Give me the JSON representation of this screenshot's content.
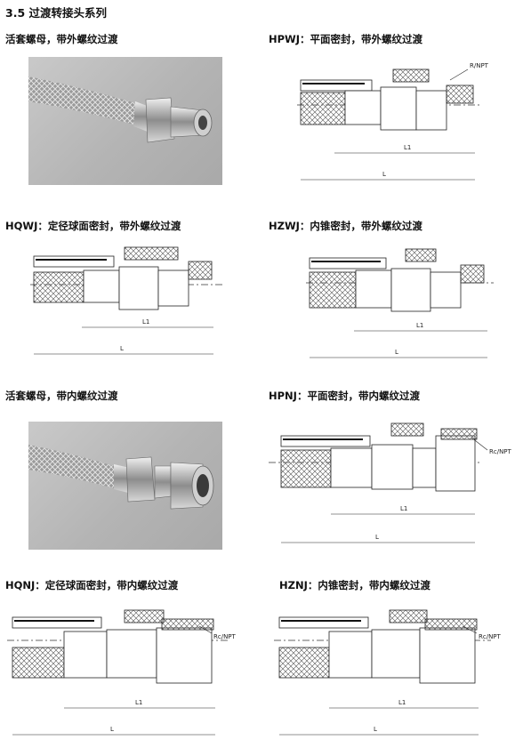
{
  "section": {
    "title": "3.5  过渡转接头系列"
  },
  "items": [
    {
      "label": "活套螺母，带外螺纹过渡"
    },
    {
      "label": "HPWJ：平面密封，带外螺纹过渡",
      "thread_label": "R/NPT",
      "dim_l1": "L1",
      "dim_l": "L"
    },
    {
      "label": "HQWJ：定径球面密封，带外螺纹过渡",
      "dim_l1": "L1",
      "dim_l": "L"
    },
    {
      "label": "HZWJ：内锥密封，带外螺纹过渡",
      "dim_l1": "L1",
      "dim_l": "L"
    },
    {
      "label": "活套螺母，带内螺纹过渡"
    },
    {
      "label": "HPNJ：平面密封，带内螺纹过渡",
      "thread_label": "Rc/NPT",
      "dim_l1": "L1",
      "dim_l": "L"
    },
    {
      "label": "HQNJ：定径球面密封，带内螺纹过渡",
      "thread_label": "Rc/NPT",
      "dim_l1": "L1",
      "dim_l": "L"
    },
    {
      "label": "HZNJ：内锥密封，带内螺纹过渡",
      "thread_label": "Rc/NPT",
      "dim_l1": "L1",
      "dim_l": "L"
    }
  ]
}
